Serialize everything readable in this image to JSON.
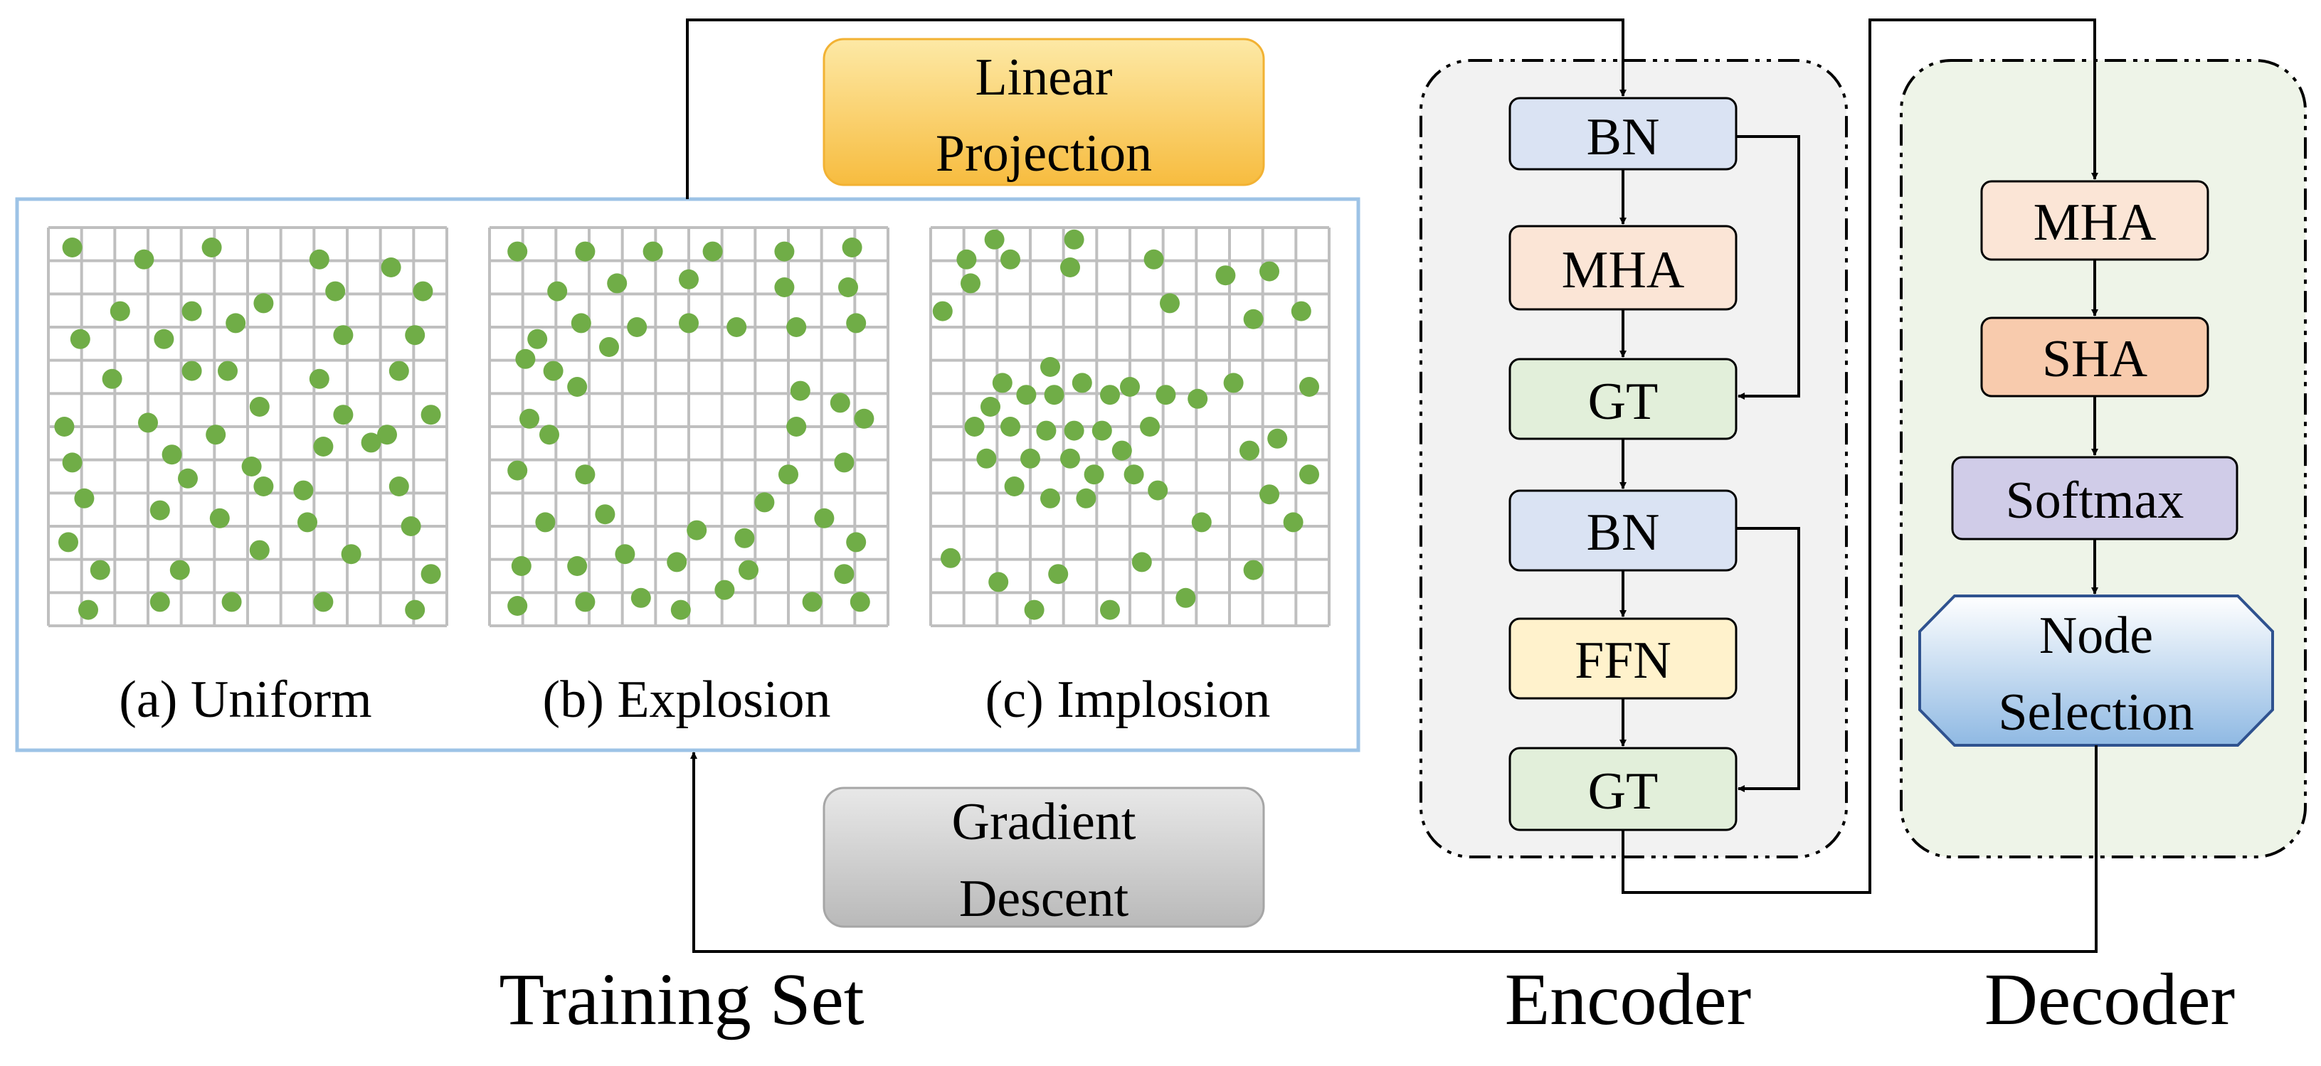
{
  "training": {
    "title": "Training Set",
    "panels": [
      {
        "id": "uniform",
        "label": "(a) Uniform",
        "dots": [
          [
            0.06,
            0.05
          ],
          [
            0.24,
            0.08
          ],
          [
            0.41,
            0.05
          ],
          [
            0.68,
            0.08
          ],
          [
            0.86,
            0.1
          ],
          [
            0.72,
            0.16
          ],
          [
            0.94,
            0.16
          ],
          [
            0.18,
            0.21
          ],
          [
            0.36,
            0.21
          ],
          [
            0.54,
            0.19
          ],
          [
            0.08,
            0.28
          ],
          [
            0.29,
            0.28
          ],
          [
            0.47,
            0.24
          ],
          [
            0.74,
            0.27
          ],
          [
            0.92,
            0.27
          ],
          [
            0.16,
            0.38
          ],
          [
            0.36,
            0.36
          ],
          [
            0.45,
            0.36
          ],
          [
            0.68,
            0.38
          ],
          [
            0.88,
            0.36
          ],
          [
            0.53,
            0.45
          ],
          [
            0.74,
            0.47
          ],
          [
            0.96,
            0.47
          ],
          [
            0.04,
            0.5
          ],
          [
            0.25,
            0.49
          ],
          [
            0.42,
            0.52
          ],
          [
            0.85,
            0.52
          ],
          [
            0.06,
            0.59
          ],
          [
            0.31,
            0.57
          ],
          [
            0.51,
            0.6
          ],
          [
            0.69,
            0.55
          ],
          [
            0.81,
            0.54
          ],
          [
            0.35,
            0.63
          ],
          [
            0.54,
            0.65
          ],
          [
            0.64,
            0.66
          ],
          [
            0.88,
            0.65
          ],
          [
            0.09,
            0.68
          ],
          [
            0.28,
            0.71
          ],
          [
            0.43,
            0.73
          ],
          [
            0.65,
            0.74
          ],
          [
            0.91,
            0.75
          ],
          [
            0.05,
            0.79
          ],
          [
            0.53,
            0.81
          ],
          [
            0.76,
            0.82
          ],
          [
            0.13,
            0.86
          ],
          [
            0.33,
            0.86
          ],
          [
            0.96,
            0.87
          ],
          [
            0.1,
            0.96
          ],
          [
            0.28,
            0.94
          ],
          [
            0.46,
            0.94
          ],
          [
            0.69,
            0.94
          ],
          [
            0.92,
            0.96
          ]
        ]
      },
      {
        "id": "explosion",
        "label": "(b) Explosion",
        "dots": [
          [
            0.07,
            0.06
          ],
          [
            0.24,
            0.06
          ],
          [
            0.41,
            0.06
          ],
          [
            0.56,
            0.06
          ],
          [
            0.74,
            0.06
          ],
          [
            0.91,
            0.05
          ],
          [
            0.17,
            0.16
          ],
          [
            0.32,
            0.14
          ],
          [
            0.5,
            0.13
          ],
          [
            0.74,
            0.15
          ],
          [
            0.9,
            0.15
          ],
          [
            0.12,
            0.28
          ],
          [
            0.23,
            0.24
          ],
          [
            0.37,
            0.25
          ],
          [
            0.5,
            0.24
          ],
          [
            0.62,
            0.25
          ],
          [
            0.77,
            0.25
          ],
          [
            0.92,
            0.24
          ],
          [
            0.3,
            0.3
          ],
          [
            0.09,
            0.33
          ],
          [
            0.16,
            0.36
          ],
          [
            0.22,
            0.4
          ],
          [
            0.78,
            0.41
          ],
          [
            0.88,
            0.44
          ],
          [
            0.1,
            0.48
          ],
          [
            0.15,
            0.52
          ],
          [
            0.77,
            0.5
          ],
          [
            0.94,
            0.48
          ],
          [
            0.07,
            0.61
          ],
          [
            0.24,
            0.62
          ],
          [
            0.75,
            0.62
          ],
          [
            0.89,
            0.59
          ],
          [
            0.29,
            0.72
          ],
          [
            0.69,
            0.69
          ],
          [
            0.14,
            0.74
          ],
          [
            0.52,
            0.76
          ],
          [
            0.64,
            0.78
          ],
          [
            0.84,
            0.73
          ],
          [
            0.92,
            0.79
          ],
          [
            0.08,
            0.85
          ],
          [
            0.22,
            0.85
          ],
          [
            0.34,
            0.82
          ],
          [
            0.47,
            0.84
          ],
          [
            0.65,
            0.86
          ],
          [
            0.89,
            0.87
          ],
          [
            0.07,
            0.95
          ],
          [
            0.24,
            0.94
          ],
          [
            0.38,
            0.93
          ],
          [
            0.48,
            0.96
          ],
          [
            0.59,
            0.91
          ],
          [
            0.81,
            0.94
          ],
          [
            0.93,
            0.94
          ]
        ]
      },
      {
        "id": "implosion",
        "label": "(c) Implosion",
        "dots": [
          [
            0.16,
            0.03
          ],
          [
            0.36,
            0.03
          ],
          [
            0.09,
            0.08
          ],
          [
            0.2,
            0.08
          ],
          [
            0.35,
            0.1
          ],
          [
            0.56,
            0.08
          ],
          [
            0.74,
            0.12
          ],
          [
            0.85,
            0.11
          ],
          [
            0.1,
            0.14
          ],
          [
            0.03,
            0.21
          ],
          [
            0.6,
            0.19
          ],
          [
            0.81,
            0.23
          ],
          [
            0.93,
            0.21
          ],
          [
            0.3,
            0.35
          ],
          [
            0.18,
            0.39
          ],
          [
            0.24,
            0.42
          ],
          [
            0.31,
            0.42
          ],
          [
            0.38,
            0.39
          ],
          [
            0.45,
            0.42
          ],
          [
            0.5,
            0.4
          ],
          [
            0.59,
            0.42
          ],
          [
            0.15,
            0.45
          ],
          [
            0.67,
            0.43
          ],
          [
            0.76,
            0.39
          ],
          [
            0.95,
            0.4
          ],
          [
            0.11,
            0.5
          ],
          [
            0.2,
            0.5
          ],
          [
            0.29,
            0.51
          ],
          [
            0.36,
            0.51
          ],
          [
            0.43,
            0.51
          ],
          [
            0.55,
            0.5
          ],
          [
            0.48,
            0.56
          ],
          [
            0.35,
            0.58
          ],
          [
            0.14,
            0.58
          ],
          [
            0.25,
            0.58
          ],
          [
            0.41,
            0.62
          ],
          [
            0.51,
            0.62
          ],
          [
            0.87,
            0.53
          ],
          [
            0.8,
            0.56
          ],
          [
            0.95,
            0.62
          ],
          [
            0.21,
            0.65
          ],
          [
            0.3,
            0.68
          ],
          [
            0.39,
            0.68
          ],
          [
            0.57,
            0.66
          ],
          [
            0.85,
            0.67
          ],
          [
            0.68,
            0.74
          ],
          [
            0.91,
            0.74
          ],
          [
            0.05,
            0.83
          ],
          [
            0.32,
            0.87
          ],
          [
            0.53,
            0.84
          ],
          [
            0.81,
            0.86
          ],
          [
            0.17,
            0.89
          ],
          [
            0.64,
            0.93
          ],
          [
            0.26,
            0.96
          ],
          [
            0.45,
            0.96
          ]
        ]
      }
    ]
  },
  "linear_projection": {
    "line1": "Linear",
    "line2": "Projection"
  },
  "gradient_descent": {
    "line1": "Gradient",
    "line2": "Descent"
  },
  "encoder": {
    "title": "Encoder",
    "blocks": [
      {
        "label": "BN",
        "color": "#dae3f3"
      },
      {
        "label": "MHA",
        "color": "#fbe5d6"
      },
      {
        "label": "GT",
        "color": "#e2efda"
      },
      {
        "label": "BN",
        "color": "#dae3f3"
      },
      {
        "label": "FFN",
        "color": "#fff2cc"
      },
      {
        "label": "GT",
        "color": "#e2efda"
      }
    ]
  },
  "decoder": {
    "title": "Decoder",
    "blocks": [
      {
        "label": "MHA",
        "color": "#fbe5d6"
      },
      {
        "label": "SHA",
        "color": "#f8cbad"
      },
      {
        "label": "Softmax",
        "color": "#d0cce8"
      }
    ],
    "selection": {
      "line1": "Node",
      "line2": "Selection"
    }
  },
  "colors": {
    "dot": "#70ad47",
    "grid": "#bfbfbf",
    "training_border": "#9dc3e6",
    "encoder_bg": "#f2f2f2",
    "decoder_bg": "#eef4e8"
  }
}
